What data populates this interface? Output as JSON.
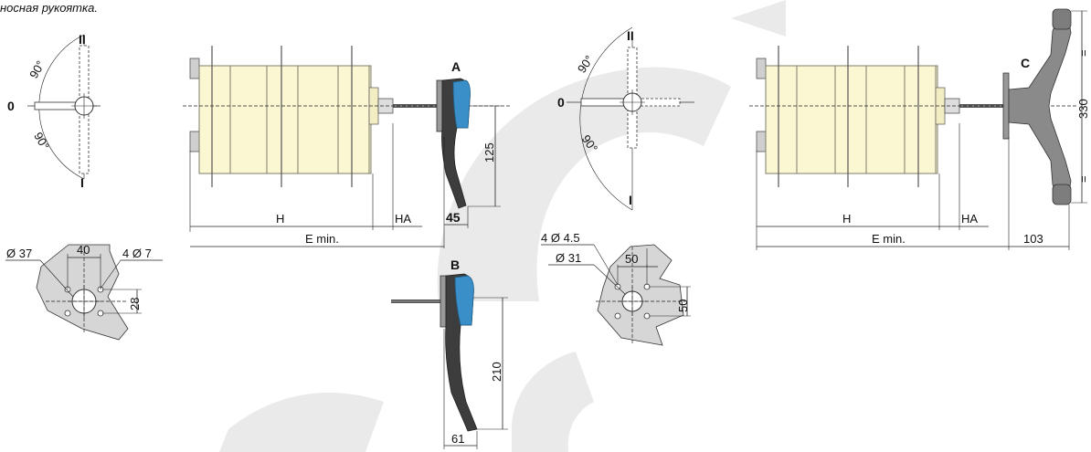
{
  "caption": "носная рукоятка.",
  "labels": {
    "handle_a": "A",
    "handle_b": "B",
    "handle_c": "C",
    "pos_0": "0",
    "pos_I": "I",
    "pos_II": "II",
    "angle_90_top": "90°",
    "angle_90_bottom": "90°"
  },
  "dimensions": {
    "H": "H",
    "HA": "HA",
    "E_min": "E min.",
    "d125": "125",
    "d45": "45",
    "d210": "210",
    "d61": "61",
    "d40": "40",
    "d_phi37": "Ø 37",
    "d_4phi7": "4 Ø 7",
    "d28": "28",
    "d50_top": "50",
    "d_4phi45": "4 Ø 4.5",
    "d_phi31": "Ø 31",
    "d50_side": "50",
    "d330": "330",
    "d103": "103",
    "eq_top": "=",
    "eq_bottom": "="
  },
  "colors": {
    "switch_body": "#fbf7d3",
    "handle_blue": "#3b8fc8",
    "handle_dark": "#3d3d3d",
    "wheel_grey": "#8a8a8a",
    "plate_grey": "#c9c9c9",
    "watermark": "#d9d9d9"
  }
}
